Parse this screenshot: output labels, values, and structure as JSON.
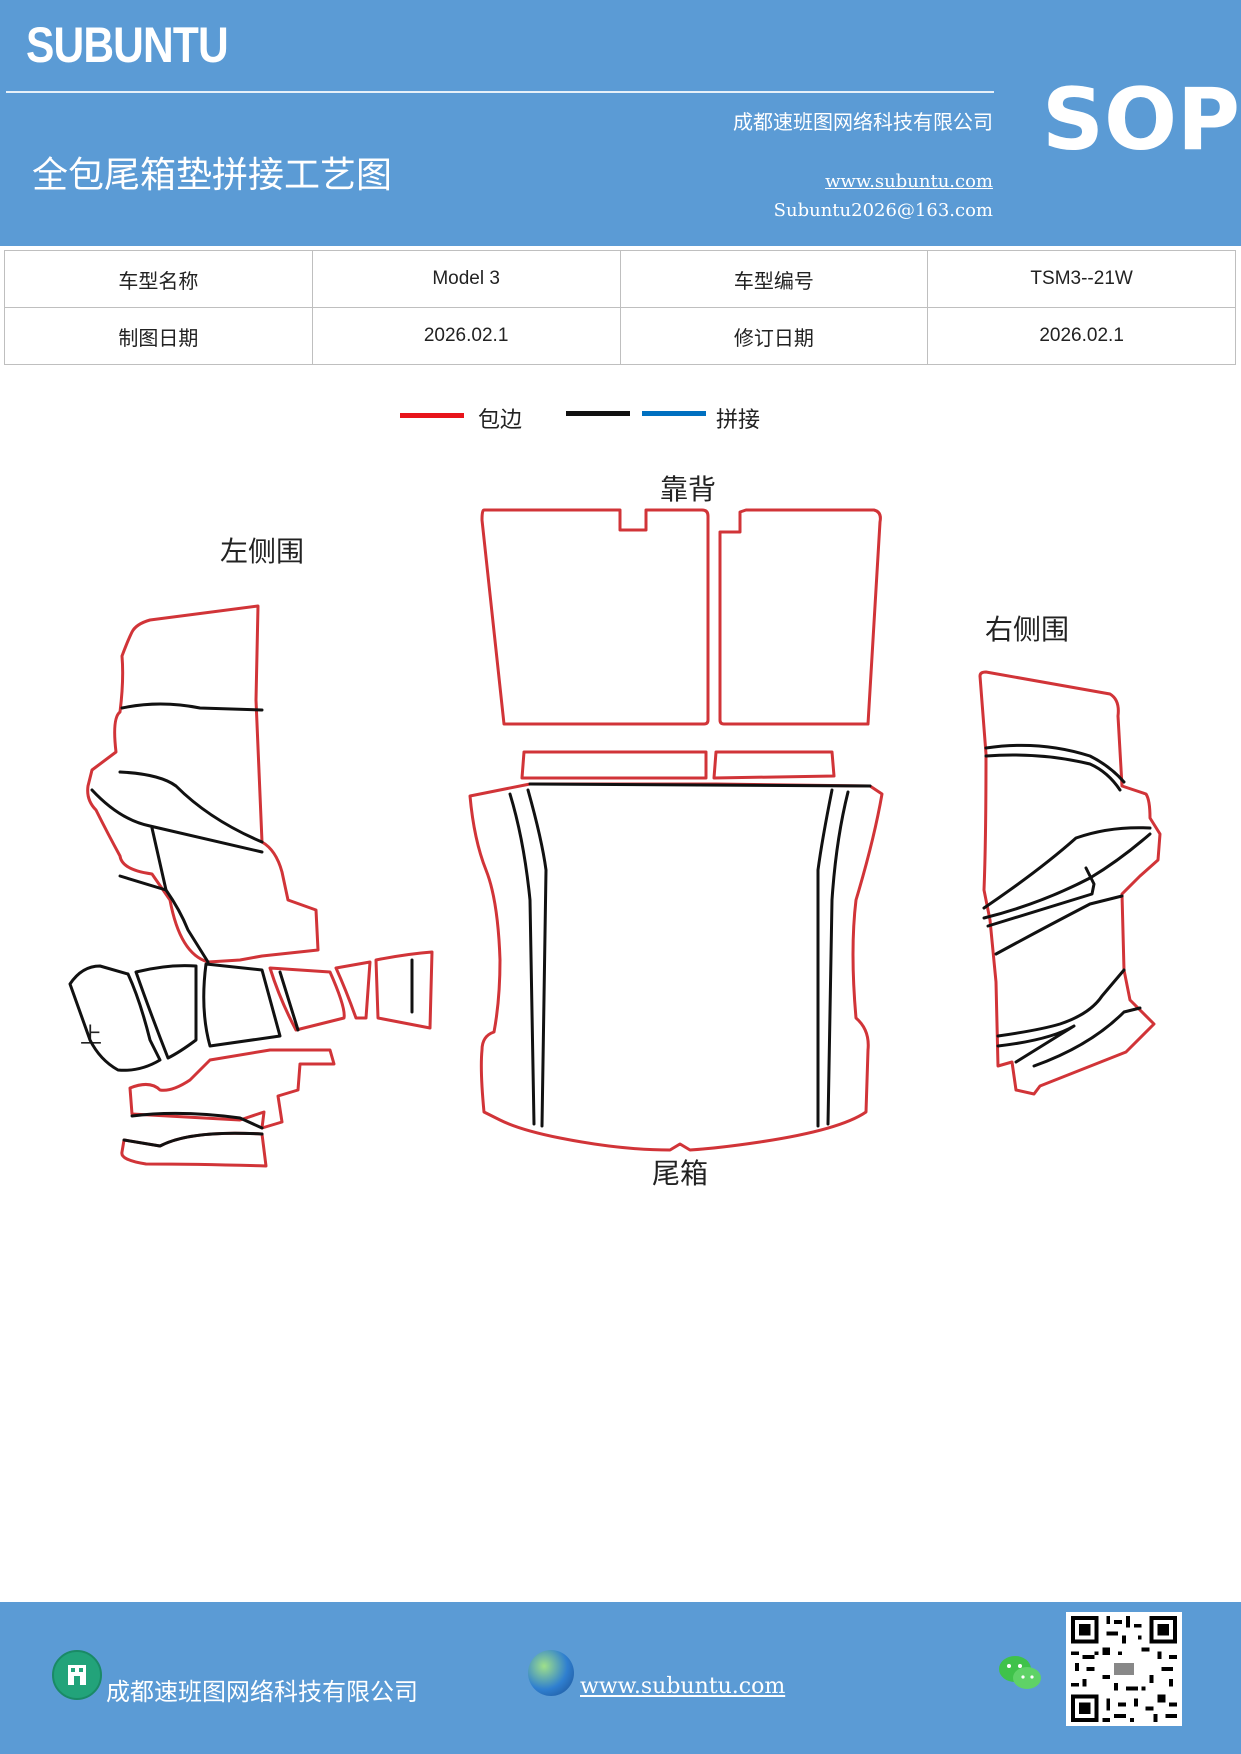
{
  "header": {
    "brand": "SUBUNTU",
    "company": "成都速班图网络科技有限公司",
    "title": "全包尾箱垫拼接工艺图",
    "website": "www.subuntu.com",
    "email": "Subuntu2026@163.com",
    "badge": "SOP"
  },
  "info_table": {
    "rows": [
      [
        "车型名称",
        "Model 3",
        "车型编号",
        "TSM3--21W"
      ],
      [
        "制图日期",
        "2026.02.1",
        "修订日期",
        "2026.02.1"
      ]
    ]
  },
  "legend": {
    "items": [
      {
        "label": "包边",
        "color": "#e8141b"
      },
      {
        "label": "",
        "color": "#111111"
      },
      {
        "label": "拼接",
        "color": "#0070c0"
      }
    ]
  },
  "diagram": {
    "labels": {
      "backrest": "靠背",
      "left_side": "左侧围",
      "right_side": "右侧围",
      "trunk": "尾箱",
      "up_marker": "上"
    },
    "colors": {
      "edge": "#d13438",
      "seam": "#111111"
    }
  },
  "footer": {
    "company": "成都速班图网络科技有限公司",
    "website": "www.subuntu.com",
    "icons": [
      "building-icon",
      "globe-icon",
      "wechat-icon",
      "qr-code"
    ]
  }
}
